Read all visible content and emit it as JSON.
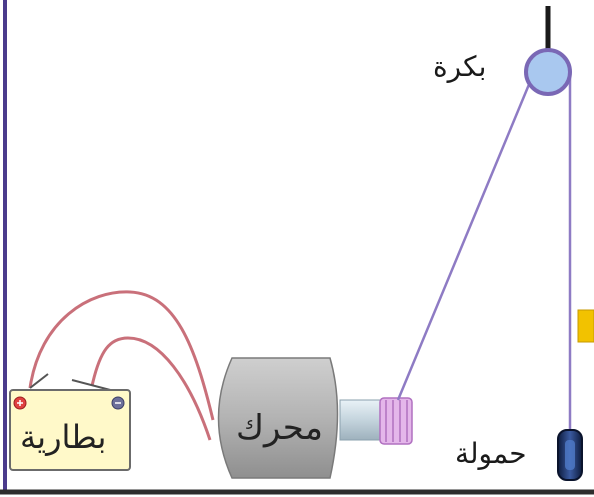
{
  "labels": {
    "pulley": "بكرة",
    "motor": "محرك",
    "battery": "بطارية",
    "load": "حمولة"
  },
  "colors": {
    "frame": "#4b3b8c",
    "wire": "#c9707a",
    "rope": "#8e7bc4",
    "pulley_fill": "#a9c8ef",
    "pulley_rim": "#7a68b5",
    "motor_body": "#b5b5b5",
    "battery_body": "#fff9c9",
    "load_body": "#1d2f5c",
    "marker": "#f2c200"
  },
  "icons": {
    "battery_positive": "plus-terminal-icon",
    "battery_negative": "minus-terminal-icon"
  }
}
